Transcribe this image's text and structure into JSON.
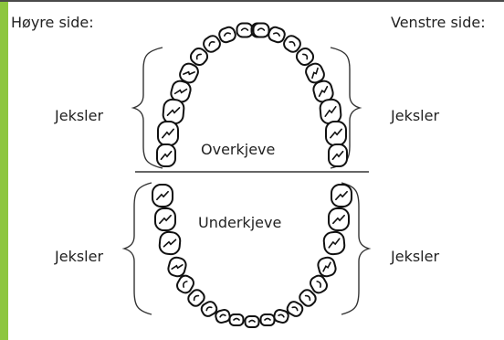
{
  "labels": {
    "right_side": "Høyre side:",
    "left_side": "Venstre side:",
    "upper_right_molars": "Jeksler",
    "upper_left_molars": "Jeksler",
    "lower_right_molars": "Jeksler",
    "lower_left_molars": "Jeksler",
    "upper_jaw": "Overkjeve",
    "lower_jaw": "Underkjeve"
  },
  "colors": {
    "accent_bar": "#8dc63f",
    "outline": "#111111",
    "text": "#222222"
  }
}
